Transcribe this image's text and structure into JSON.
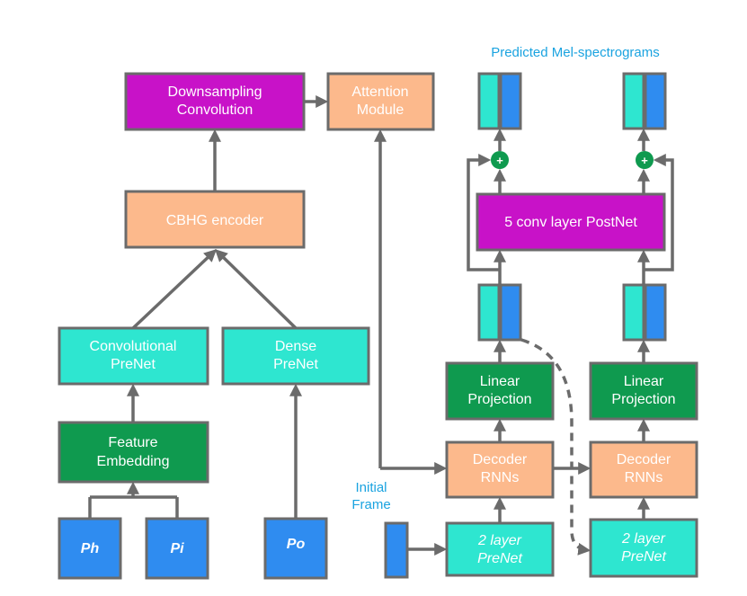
{
  "colors": {
    "magenta": "#c812c8",
    "peach": "#fcb98c",
    "cyan": "#2ee6d0",
    "green": "#0f9a4f",
    "blue": "#2f8cf0",
    "arrow": "#6b6b6b",
    "caption": "#1aa3e0"
  },
  "caption_top": "Predicted Mel-spectrograms",
  "caption_initial_1": "Initial",
  "caption_initial_2": "Frame",
  "downsampling": {
    "l1": "Downsampling",
    "l2": "Convolution"
  },
  "attention": {
    "l1": "Attention",
    "l2": "Module"
  },
  "cbhg": "CBHG encoder",
  "conv_prenet": {
    "l1": "Convolutional",
    "l2": "PreNet"
  },
  "dense_prenet": {
    "l1": "Dense",
    "l2": "PreNet"
  },
  "feature": {
    "l1": "Feature",
    "l2": "Embedding"
  },
  "inputs": {
    "ph": "Ph",
    "pi": "Pi",
    "po": "Po"
  },
  "postnet": "5 conv layer PostNet",
  "linear_proj": {
    "l1": "Linear",
    "l2": "Projection"
  },
  "decoder": {
    "l1": "Decoder",
    "l2": "RNNs"
  },
  "prenet2": {
    "l1": "2 layer",
    "l2": "PreNet"
  },
  "plus": "+"
}
